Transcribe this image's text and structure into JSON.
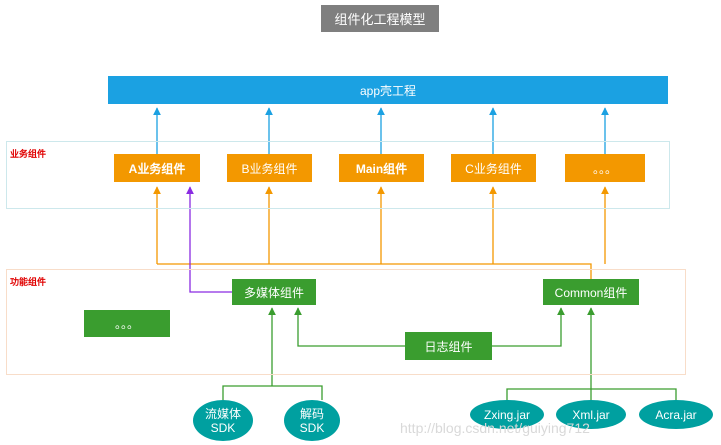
{
  "title": "组件化工程模型",
  "shell": "app壳工程",
  "sections": {
    "business": "业务组件",
    "function": "功能组件"
  },
  "business_components": {
    "a": "A业务组件",
    "b": "B业务组件",
    "main": "Main组件",
    "c": "C业务组件",
    "more": "。。。"
  },
  "function_components": {
    "multimedia": "多媒体组件",
    "common": "Common组件",
    "log": "日志组件",
    "more": "。。。"
  },
  "libraries": {
    "streaming_sdk": "流媒体\nSDK",
    "decode_sdk": "解码\nSDK",
    "zxing": "Zxing.jar",
    "xml": "Xml.jar",
    "acra": "Acra.jar"
  },
  "colors": {
    "shell": "#1ba1e2",
    "business": "#f39800",
    "function": "#3a9d2f",
    "library": "#00a0a0",
    "arrow_blue": "#1ba1e2",
    "arrow_orange": "#f39800",
    "arrow_green": "#3a9d2f",
    "arrow_purple": "#8a2be2"
  },
  "watermark": "http://blog.csdn.net/guiying712"
}
